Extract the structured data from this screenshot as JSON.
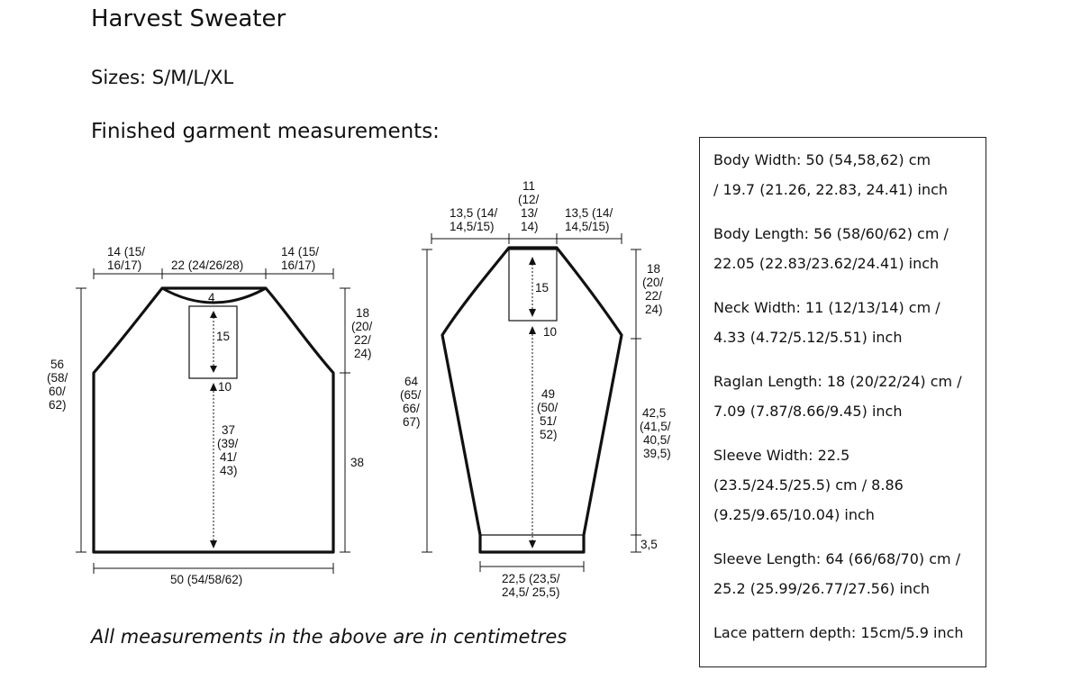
{
  "title": "Harvest Sweater",
  "sizes": "Sizes: S/M/L/XL",
  "measurements_heading": "Finished garment measurements:",
  "note": "All measurements in the above are in centimetres",
  "colors": {
    "ink": "#111111",
    "box_border": "#222222",
    "background": "#ffffff"
  },
  "measurements": [
    {
      "line1": "Body Width: 50 (54,58,62) cm",
      "line2": "/ 19.7 (21.26, 22.83, 24.41) inch"
    },
    {
      "line1": "Body Length: 56 (58/60/62) cm /",
      "line2": "22.05 (22.83/23.62/24.41) inch"
    },
    {
      "line1": "Neck Width: 11 (12/13/14) cm /",
      "line2": "4.33 (4.72/5.12/5.51) inch"
    },
    {
      "line1": "Raglan Length: 18 (20/22/24) cm /",
      "line2": "7.09 (7.87/8.66/9.45) inch"
    },
    {
      "line1": "Sleeve Width: 22.5",
      "line2": "(23.5/24.5/25.5) cm / 8.86",
      "line3": "(9.25/9.65/10.04) inch"
    },
    {
      "line1": "Sleeve Length: 64 (66/68/70) cm /",
      "line2": "25.2 (25.99/26.77/27.56) inch"
    },
    {
      "line1": "Lace pattern depth: 15cm/5.9 inch"
    }
  ],
  "body_labels": {
    "shoulder_left": [
      "14 (15/",
      "16/17)"
    ],
    "neck_width": "22 (24/26/28)",
    "shoulder_right": [
      "14 (15/",
      "16/17)"
    ],
    "neck_depth": "4",
    "lace_depth": "15",
    "lace_gap": "10",
    "center_length": [
      "37",
      "(39/",
      "41/",
      "43)"
    ],
    "raglan": [
      "18",
      "(20/",
      "22/",
      "24)"
    ],
    "side_length": "38",
    "total_length": [
      "56",
      "(58/",
      "60/",
      "62)"
    ],
    "width": "50 (54/58/62)"
  },
  "sleeve_labels": {
    "top_left": [
      "13,5 (14/",
      "14,5/15)"
    ],
    "top_center": [
      "11",
      "(12/",
      "13/",
      "14)"
    ],
    "top_right": [
      "13,5 (14/",
      "14,5/15)"
    ],
    "raglan": [
      "18",
      "(20/",
      "22/",
      "24)"
    ],
    "lace_depth": "15",
    "lace_gap": "10",
    "center_length": [
      "49",
      "(50/",
      "51/",
      "52)"
    ],
    "total_length": [
      "64",
      "(65/",
      "66/",
      "67)"
    ],
    "underarm": [
      "42,5",
      "(41,5/",
      "40,5/",
      "39,5)"
    ],
    "cuff": "3,5",
    "cuff_width": [
      "22,5 (23,5/",
      "24,5/ 25,5)"
    ]
  }
}
